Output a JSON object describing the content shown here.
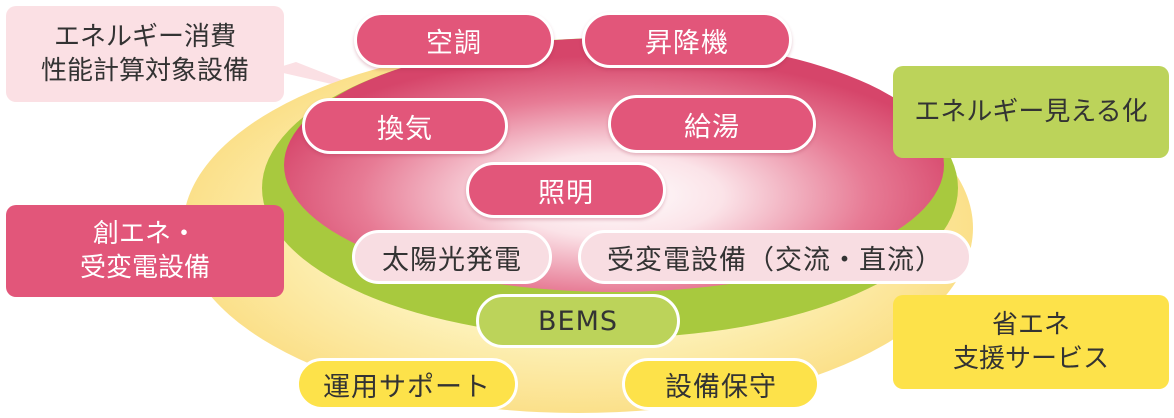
{
  "colors": {
    "outer_ellipse": "#fbe9a0",
    "green_ring": "#a8c93e",
    "inner_ellipse": "#d9506e",
    "pink_pill": "#e2567a",
    "light_pink_pill": "#f8dde2",
    "green_pill": "#bcd35a",
    "yellow_pill": "#fde24a"
  },
  "callouts": {
    "energy_calc": {
      "line1": "エネルギー消費",
      "line2": "性能計算対象設備"
    },
    "visualization": {
      "label": "エネルギー見える化"
    },
    "creation": {
      "line1": "創エネ・",
      "line2": "受変電設備"
    },
    "support": {
      "line1": "省エネ",
      "line2": "支援サービス"
    }
  },
  "pills": {
    "aircon": "空調",
    "elevator": "昇降機",
    "ventilation": "換気",
    "hot_water": "給湯",
    "lighting": "照明",
    "solar": "太陽光発電",
    "substation": "受変電設備（交流・直流）",
    "bems": "BEMS",
    "operation": "運用サポート",
    "maintenance": "設備保守"
  }
}
